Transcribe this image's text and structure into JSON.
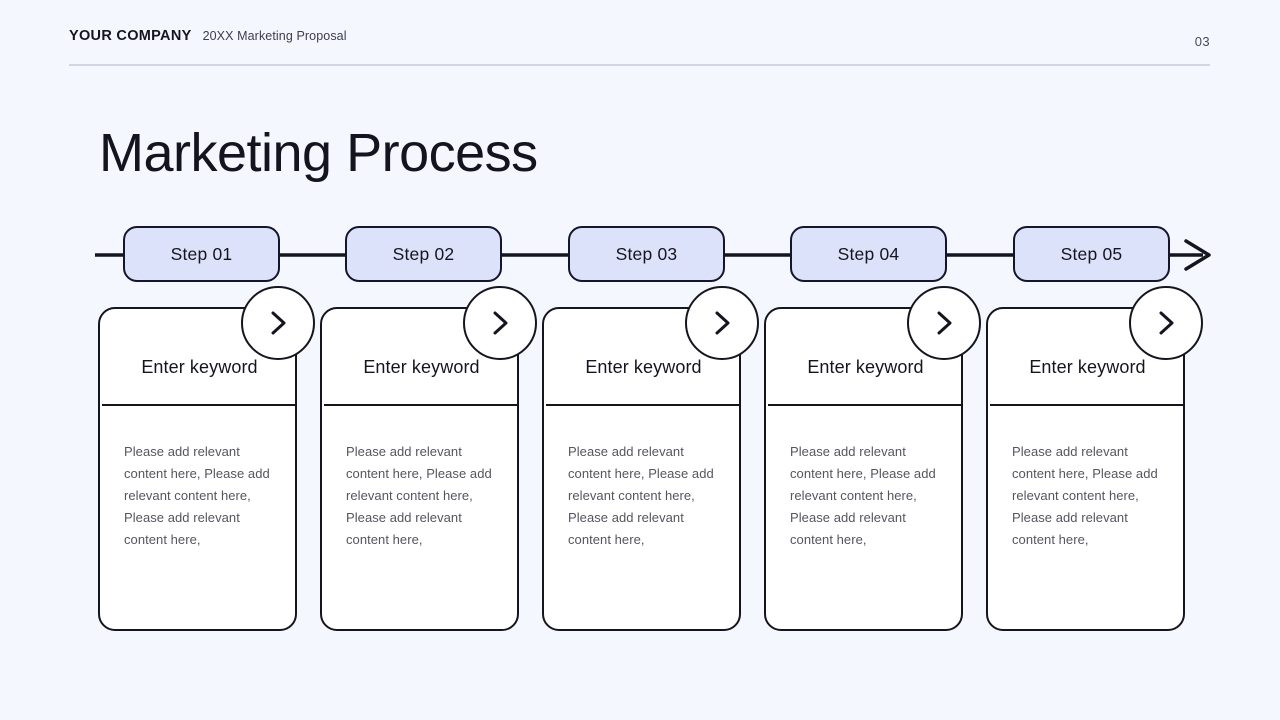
{
  "header": {
    "company": "YOUR COMPANY",
    "subtitle": "20XX Marketing Proposal",
    "page_number": "03"
  },
  "title": "Marketing Process",
  "colors": {
    "background": "#f5f7fe",
    "pill_fill": "#dde2fb",
    "pill_border": "#15152b",
    "card_fill": "#ffffff",
    "card_border": "#15151f",
    "body_text": "#55555f",
    "rule": "#d3d5e3"
  },
  "timeline": {
    "arrow_direction": "right",
    "steps": [
      {
        "label": "Step 01"
      },
      {
        "label": "Step 02"
      },
      {
        "label": "Step 03"
      },
      {
        "label": "Step 04"
      },
      {
        "label": "Step 05"
      }
    ]
  },
  "cards": [
    {
      "heading": "Enter keyword",
      "body": "Please add relevant content here, Please add relevant content here, Please add relevant content here,",
      "icon": "chevron-right-icon"
    },
    {
      "heading": "Enter keyword",
      "body": "Please add relevant content here, Please add relevant content here, Please add relevant content here,",
      "icon": "chevron-right-icon"
    },
    {
      "heading": "Enter keyword",
      "body": "Please add relevant content here, Please add relevant content here, Please add relevant content here,",
      "icon": "chevron-right-icon"
    },
    {
      "heading": "Enter keyword",
      "body": "Please add relevant content here, Please add relevant content here, Please add relevant content here,",
      "icon": "chevron-right-icon"
    },
    {
      "heading": "Enter keyword",
      "body": "Please add relevant content here, Please add relevant content here, Please add relevant content here,",
      "icon": "chevron-right-icon"
    }
  ]
}
